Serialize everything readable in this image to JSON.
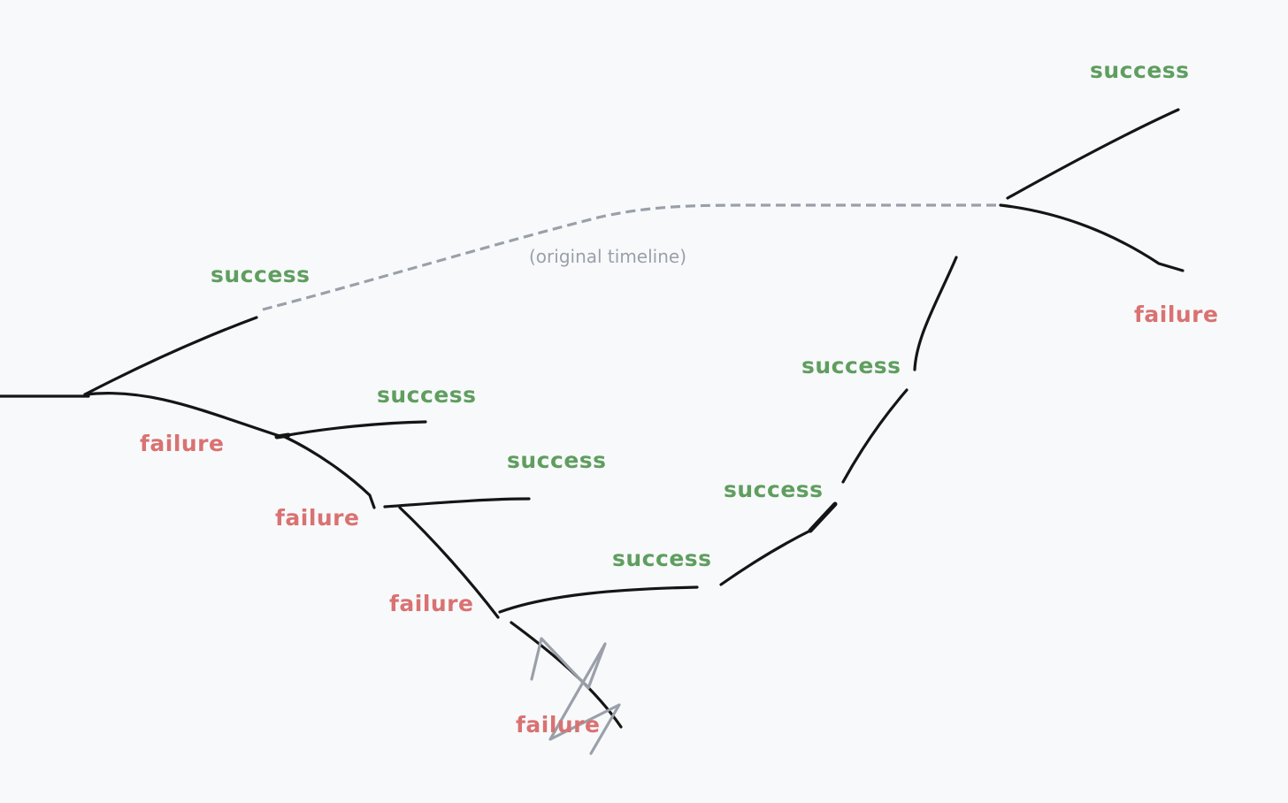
{
  "diagram": {
    "labels": {
      "success_top_right": "success",
      "failure_top_right": "failure",
      "success_upper_left": "success",
      "original_timeline": "(original timeline)",
      "success_right_upper": "success",
      "success_branch_1": "success",
      "failure_1": "failure",
      "success_branch_2": "success",
      "failure_2": "failure",
      "success_right_lower": "success",
      "success_bottom": "success",
      "failure_3": "failure",
      "failure_crossed": "failure"
    },
    "colors": {
      "background": "#f8f9fb",
      "success": "#5f9e5f",
      "failure": "#d97272",
      "line": "#151515",
      "muted": "#9aa0aa"
    }
  }
}
